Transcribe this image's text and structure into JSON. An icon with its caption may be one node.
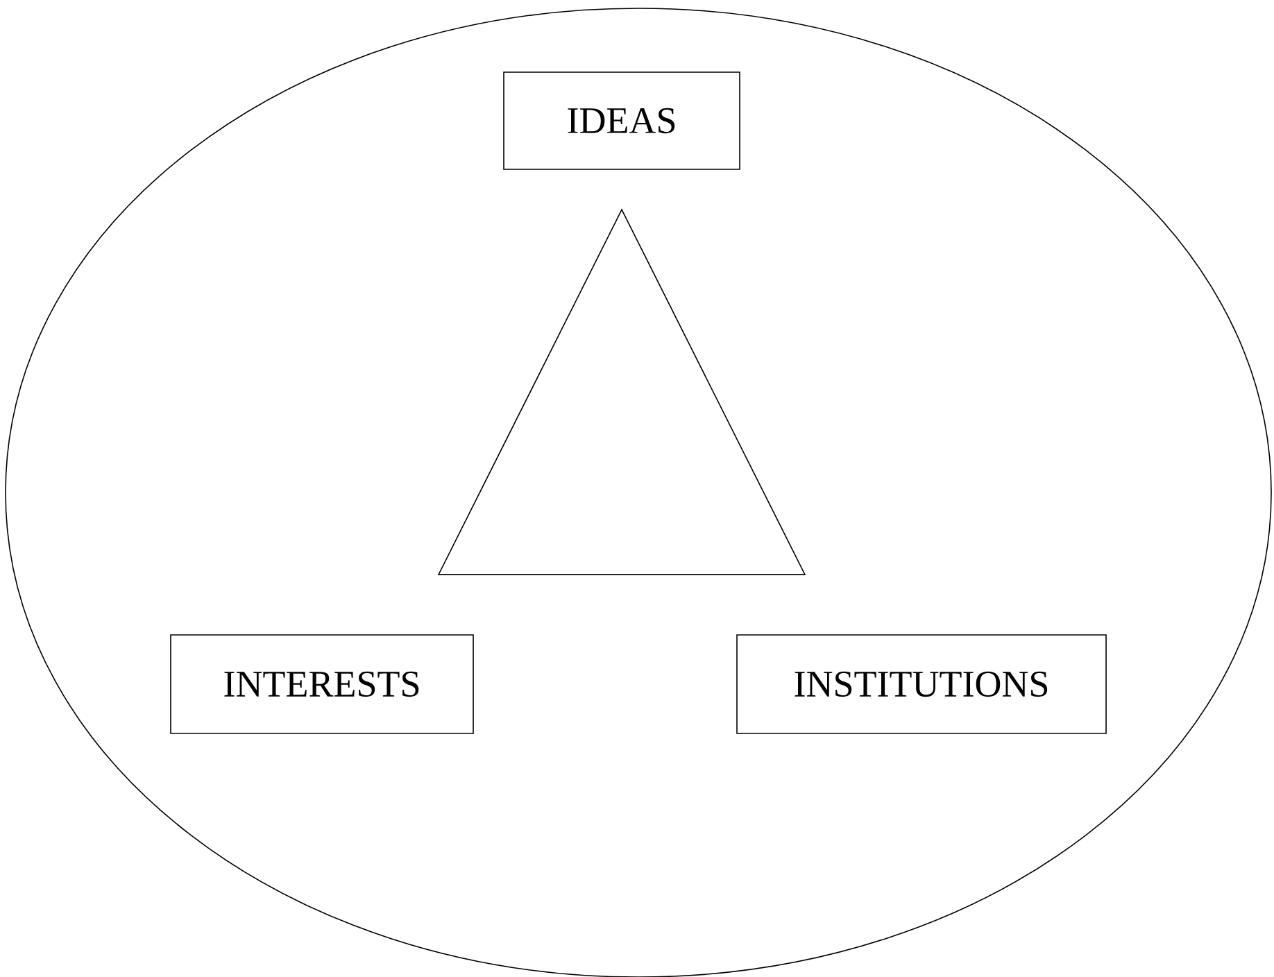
{
  "diagram": {
    "nodes": [
      {
        "text": [],
        "shape": "ellipse"
      },
      {
        "text": [
          "IDEAS"
        ],
        "in": 0
      },
      {
        "text": [],
        "shape": "triangle",
        "in": 0
      },
      {
        "text": [
          "INTERESTS"
        ],
        "in": 0
      },
      {
        "text": [
          "INSTITUTIONS"
        ],
        "in": 0
      }
    ]
  }
}
